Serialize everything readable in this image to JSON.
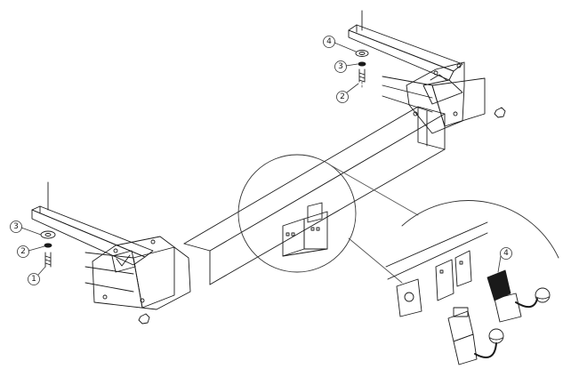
{
  "callouts": {
    "right_washer_large": "4",
    "right_washer_small": "3",
    "right_bolt": "2",
    "left_washer_large": "3",
    "left_washer_small": "2",
    "left_bolt": "1",
    "detail_towball": "4"
  },
  "colors": {
    "line": "#1a1a1a",
    "hidden_line": "#555555",
    "label_ring": "#333333"
  },
  "icons": [
    "magnifier-circle"
  ]
}
